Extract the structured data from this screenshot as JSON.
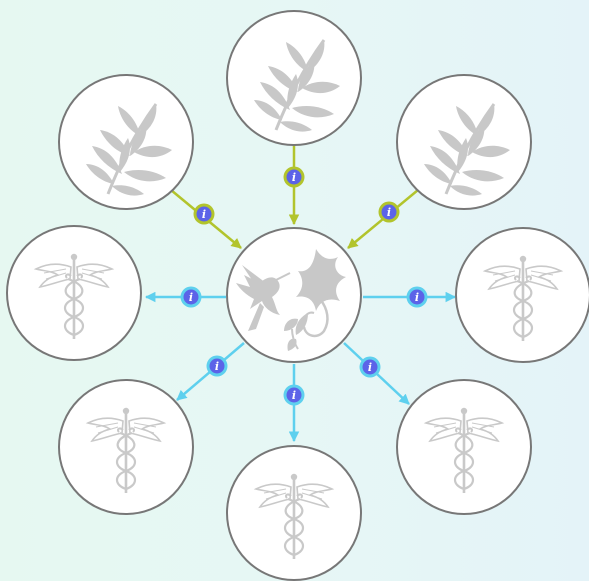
{
  "info_glyph": "i",
  "colors": {
    "plant_link": "#b2c42c",
    "medical_link": "#5ed0ee",
    "badge_fill": "#5c63e8",
    "node_border": "#777777",
    "icon_gray": "#c8c8c8"
  },
  "center": {
    "icons": [
      "hummingbird-icon",
      "flower-branch-icon"
    ]
  },
  "plant_nodes": [
    {
      "name": "plant-node-top-left",
      "icon": "leaf-branch-icon"
    },
    {
      "name": "plant-node-top",
      "icon": "leaf-branch-icon"
    },
    {
      "name": "plant-node-top-right",
      "icon": "leaf-branch-icon"
    }
  ],
  "medical_nodes": [
    {
      "name": "medical-node-left",
      "icon": "caduceus-icon"
    },
    {
      "name": "medical-node-right",
      "icon": "caduceus-icon"
    },
    {
      "name": "medical-node-bottom-left",
      "icon": "caduceus-icon"
    },
    {
      "name": "medical-node-bottom",
      "icon": "caduceus-icon"
    },
    {
      "name": "medical-node-bottom-right",
      "icon": "caduceus-icon"
    }
  ]
}
